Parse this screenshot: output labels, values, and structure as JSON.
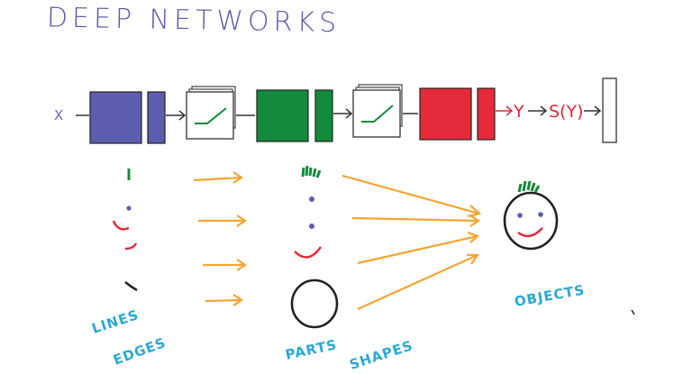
{
  "title": "DEEP NETWORKS",
  "pipeline": {
    "input_label": "X",
    "output_label": "Y",
    "softmax_label": "S(Y)"
  },
  "labels": {
    "lines": "LINES",
    "edges": "EDGES",
    "parts": "PARTS",
    "shapes": "SHAPES",
    "objects": "OBJECTS"
  },
  "colors": {
    "blue": "#5d5db0",
    "green": "#148a3c",
    "red": "#e52b3b",
    "orange": "#f2a533",
    "label_blue": "#2aa7d8"
  }
}
